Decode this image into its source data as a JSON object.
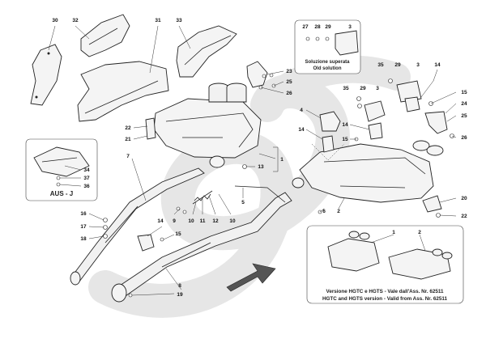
{
  "callouts": {
    "c30": "30",
    "c32": "32",
    "c31": "31",
    "c33": "33",
    "c23": "23",
    "c25": "25",
    "c26a": "26",
    "c22a": "22",
    "c21": "21",
    "c1": "1",
    "c13": "13",
    "c7": "7",
    "c5": "5",
    "c34": "34",
    "c37": "37",
    "c36": "36",
    "c16": "16",
    "c17": "17",
    "c18": "18",
    "c9": "9",
    "c10a": "10",
    "c11": "11",
    "c12": "12",
    "c10b": "10",
    "c14a": "14",
    "c15a": "15",
    "c8": "8",
    "c19": "19",
    "c4": "4",
    "c14b": "14",
    "c14c": "14",
    "c15b": "15",
    "c2": "2",
    "c6": "6",
    "c27": "27",
    "c28": "28",
    "c29a": "29",
    "c3a": "3",
    "c35a": "35",
    "c29b": "29",
    "c3b": "3",
    "c14d": "14",
    "c35b": "35",
    "c29c": "29",
    "c3c": "3",
    "c15c": "15",
    "c24": "24",
    "c25b": "25",
    "c26b": "26",
    "c20": "20",
    "c22b": "22",
    "c1i": "1",
    "c2i": "2"
  },
  "old_solution": {
    "line1": "Soluzione superata",
    "line2": "Old solution"
  },
  "aus_label": "AUS - J",
  "version_note": {
    "line1": "Versione HGTC e HGTS - Vale dall'Ass. Nr. 62511",
    "line2": "HGTC and HGTS version - Valid from Ass. Nr. 62511"
  }
}
